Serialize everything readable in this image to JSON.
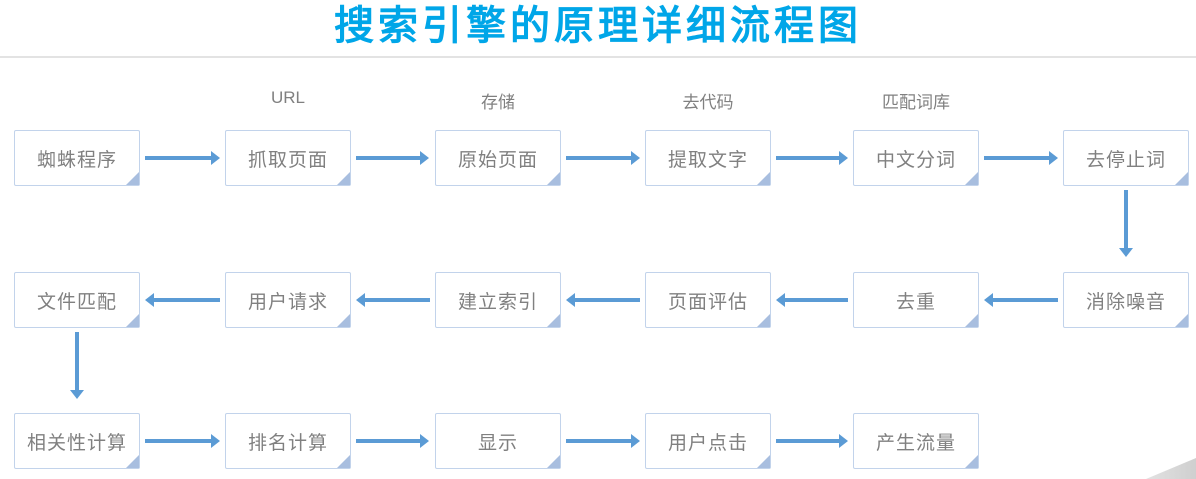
{
  "title": "搜索引擎的原理详细流程图",
  "annotations": {
    "crawl": "URL",
    "store": "存储",
    "remove_code": "去代码",
    "match_lexicon": "匹配词库"
  },
  "rows": {
    "row1": [
      "蜘蛛程序",
      "抓取页面",
      "原始页面",
      "提取文字",
      "中文分词",
      "去停止词"
    ],
    "row2": [
      "文件匹配",
      "用户请求",
      "建立索引",
      "页面评估",
      "去重",
      "消除噪音"
    ],
    "row3": [
      "相关性计算",
      "排名计算",
      "显示",
      "用户点击",
      "产生流量"
    ]
  },
  "icons": {
    "flow_arrow": "solid blue connector arrow",
    "folded_corner": "page-curl triangle at node bottom-right",
    "corner_wedge": "gray triangle at page bottom-right"
  },
  "colors": {
    "title": "#00a6e8",
    "arrow": "#5b9bd5",
    "box_border": "#c2d3eb",
    "box_text": "#808080",
    "annotation_text": "#808080",
    "fold": "#a8bedf",
    "divider": "#e3e3e3",
    "corner_wedge": "#d4d4d4",
    "background": "#ffffff"
  }
}
